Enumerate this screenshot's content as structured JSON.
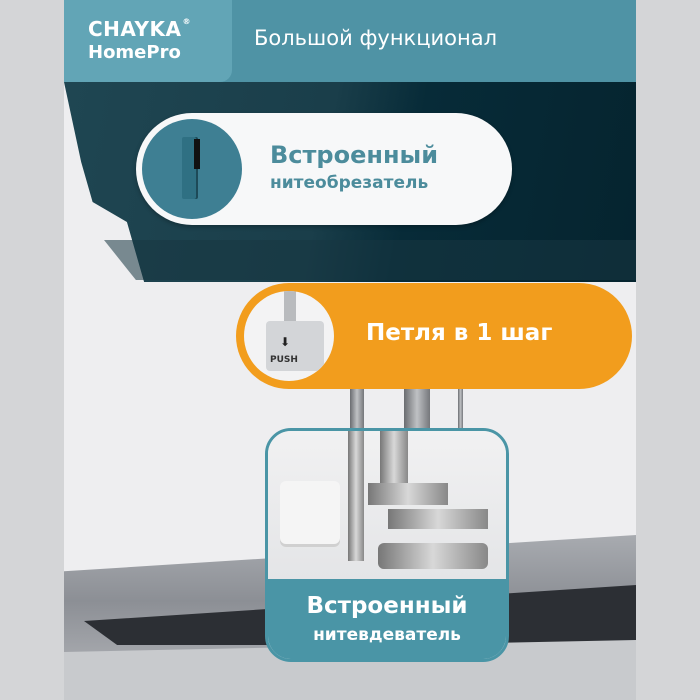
{
  "header": {
    "brand_line1": "CHAYKA",
    "brand_registered": "®",
    "brand_line2": "HomePro",
    "title": "Большой функционал"
  },
  "features": [
    {
      "line1": "Встроенный",
      "line2": "нитеобрезатель",
      "icon": "thread-cutter-icon",
      "style": "white-pill"
    },
    {
      "line1": "Петля в 1 шаг",
      "icon": "buttonhole-foot-icon",
      "icon_label": "PUSH",
      "style": "orange-pill"
    },
    {
      "line1": "Встроенный",
      "line2": "нитевдеватель",
      "icon": "needle-threader-photo",
      "style": "teal-box"
    }
  ],
  "colors": {
    "header_teal": "#4f93a5",
    "brand_teal": "#62a5b6",
    "accent_orange": "#f29d1d",
    "text_teal": "#4c8c9c",
    "machine_dark": "#1a3e4a",
    "page_gray": "#d4d5d7"
  }
}
